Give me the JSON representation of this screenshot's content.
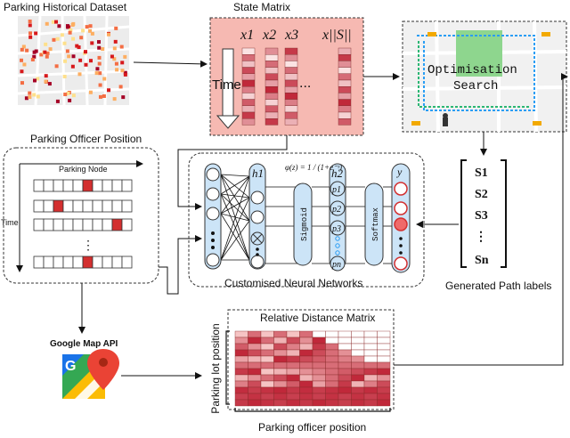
{
  "labels": {
    "dataset_title": "Parking Historical Dataset",
    "state_matrix_title": "State Matrix",
    "time_label": "Time",
    "ellipsis": "...",
    "officer_title": "Parking Officer Position",
    "parking_node": "Parking Node",
    "officer_time": "Time",
    "google_map_api": "Google Map API",
    "nn_caption": "Customised Neural Networks",
    "sigmoid": "Sigmoid",
    "softmax": "Softmax",
    "sigmoid_formula": "φ(z) = 1 / (1+e⁻ᶻ)",
    "optimisation_line1": "Optimisation",
    "optimisation_line2": "Search",
    "path_labels_caption": "Generated Path labels",
    "rdm_title": "Relative Distance Matrix",
    "rdm_ylabel": "Parking lot position",
    "rdm_xlabel": "Parking officer position"
  },
  "state_matrix_columns": [
    "x1",
    "x2",
    "x3",
    "x||S||"
  ],
  "path_labels": [
    "S1",
    "S2",
    "S3",
    "⋮",
    "Sn"
  ],
  "nn_layer_labels": {
    "h1": "h1",
    "h2": "h2",
    "p_nodes": [
      "p1",
      "p2",
      "p3",
      "pn"
    ],
    "y": "y"
  },
  "colors": {
    "state_matrix_bg": "#f6b9b2",
    "cell_dark": "#c0283a",
    "cell_light": "#fbe3e3",
    "node_fill": "#cce4f7",
    "accent_red": "#d32f2f",
    "map_green": "#8ed68e",
    "path_blue": "#2a9df4"
  }
}
